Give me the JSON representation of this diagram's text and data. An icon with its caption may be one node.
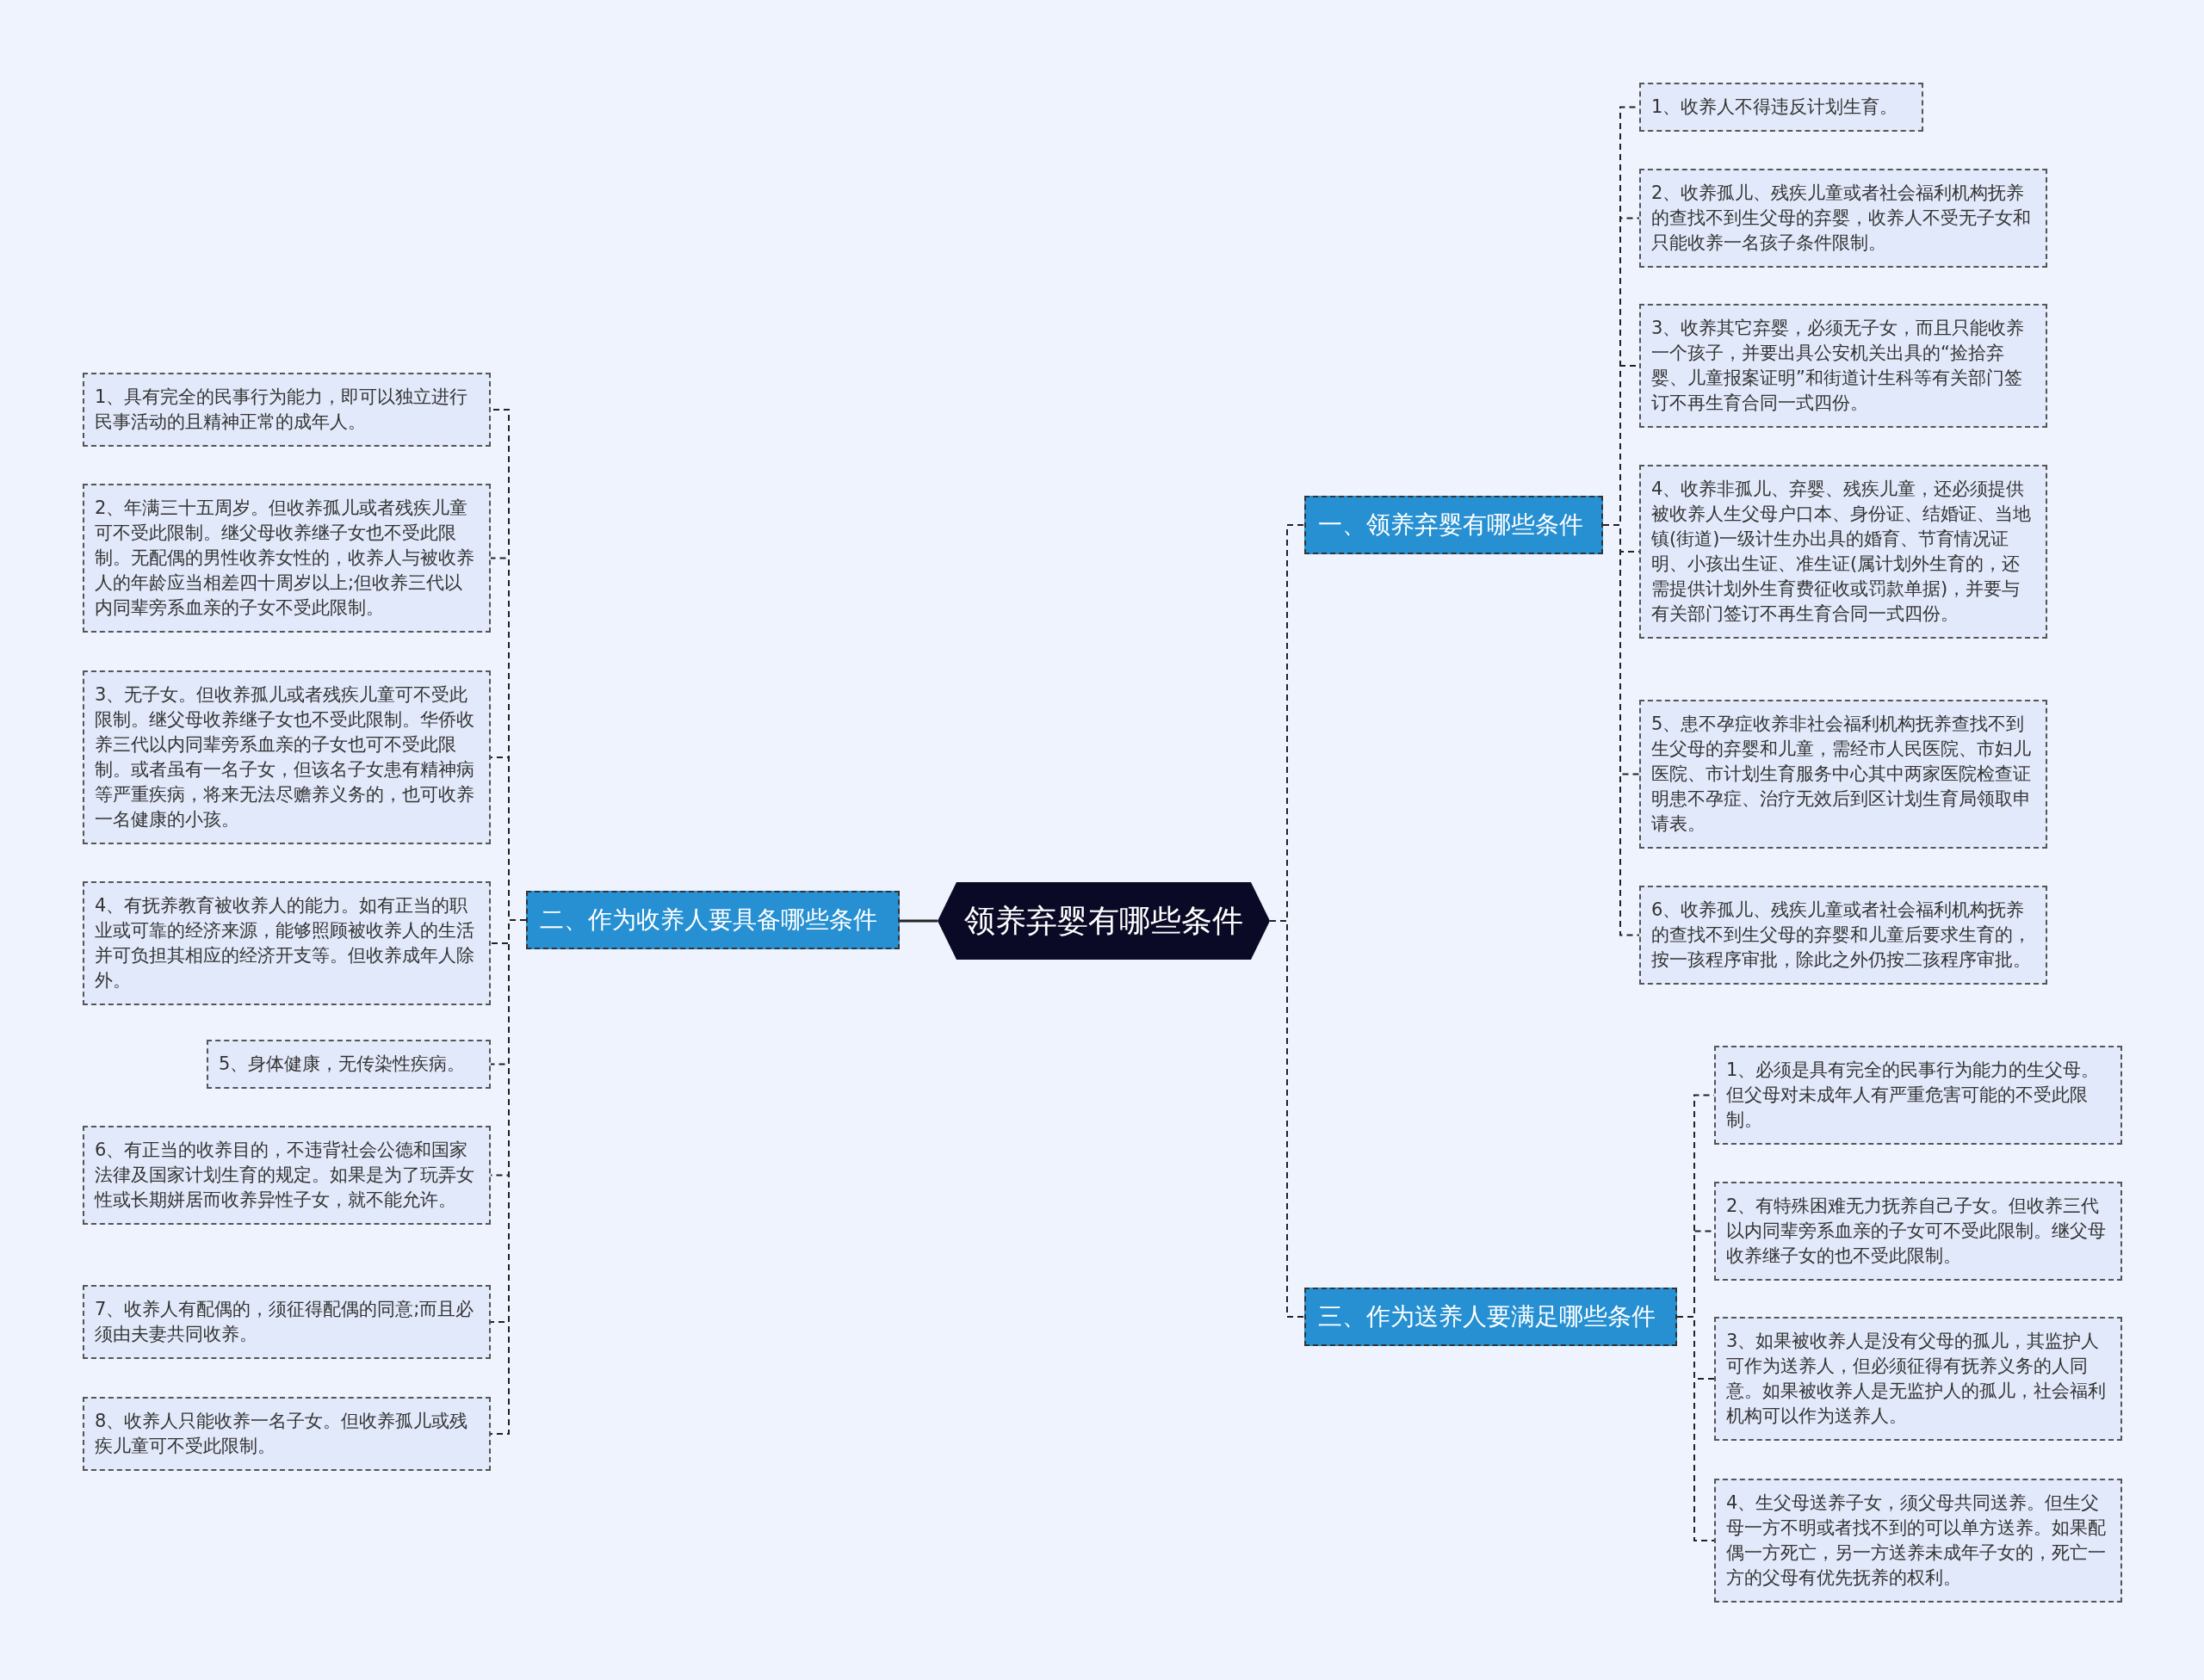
{
  "diagram": {
    "nodes": [
      {
        "text": [
          "领养弃婴有哪些条件"
        ]
      },
      {
        "text": [
          "一、领养弃婴有哪些条件"
        ]
      },
      {
        "text": [
          "1、收养人不得违反计划生育。"
        ]
      },
      {
        "text": [
          "2、收养孤儿、残疾儿童或者社会福利机构抚养的查找不到生父母的弃婴，收养人不受无子女和只能收养一名孩子条件限制。"
        ]
      },
      {
        "text": [
          "3、收养其它弃婴，必须无子女，而且只能收养一个孩子，并要出具公安机关出具的“捡拾弃婴、儿童报案证明”和街道计生科等有关部门签订不再生育合同一式四份。"
        ]
      },
      {
        "text": [
          "4、收养非孤儿、弃婴、残疾儿童，还必须提供被收养人生父母户口本、身份证、结婚证、当地镇(街道)一级计生办出具的婚育、节育情况证明、小孩出生证、准生证(属计划外生育的，还需提供计划外生育费征收或罚款单据)，并要与有关部门签订不再生育合同一式四份。"
        ]
      },
      {
        "text": [
          "5、患不孕症收养非社会福利机构抚养查找不到生父母的弃婴和儿童，需经市人民医院、市妇儿医院、市计划生育服务中心其中两家医院检查证明患不孕症、治疗无效后到区计划生育局领取申请表。"
        ]
      },
      {
        "text": [
          "6、收养孤儿、残疾儿童或者社会福利机构抚养的查找不到生父母的弃婴和儿童后要求生育的，按一孩程序审批，除此之外仍按二孩程序审批。"
        ]
      },
      {
        "text": [
          "二、作为收养人要具备哪些条件"
        ]
      },
      {
        "text": [
          "1、具有完全的民事行为能力，即可以独立进行民事活动的且精神正常的成年人。"
        ]
      },
      {
        "text": [
          "2、年满三十五周岁。但收养孤儿或者残疾儿童可不受此限制。继父母收养继子女也不受此限制。无配偶的男性收养女性的，收养人与被收养人的年龄应当相差四十周岁以上;但收养三代以内同辈旁系血亲的子女不受此限制。"
        ]
      },
      {
        "text": [
          "3、无子女。但收养孤儿或者残疾儿童可不受此限制。继父母收养继子女也不受此限制。华侨收养三代以内同辈旁系血亲的子女也可不受此限制。或者虽有一名子女，但该名子女患有精神病等严重疾病，将来无法尽赡养义务的，也可收养一名健康的小孩。"
        ]
      },
      {
        "text": [
          "4、有抚养教育被收养人的能力。如有正当的职业或可靠的经济来源，能够照顾被收养人的生活并可负担其相应的经济开支等。但收养成年人除外。"
        ]
      },
      {
        "text": [
          "5、身体健康，无传染性疾病。"
        ]
      },
      {
        "text": [
          "6、有正当的收养目的，不违背社会公德和国家法律及国家计划生育的规定。如果是为了玩弄女性或长期姘居而收养异性子女，就不能允许。"
        ]
      },
      {
        "text": [
          "7、收养人有配偶的，须征得配偶的同意;而且必须由夫妻共同收养。"
        ]
      },
      {
        "text": [
          "8、收养人只能收养一名子女。但收养孤儿或残疾儿童可不受此限制。"
        ]
      },
      {
        "text": [
          "三、作为送养人要满足哪些条件"
        ]
      },
      {
        "text": [
          "1、必须是具有完全的民事行为能力的生父母。但父母对未成年人有严重危害可能的不受此限制。"
        ]
      },
      {
        "text": [
          "2、有特殊困难无力抚养自己子女。但收养三代以内同辈旁系血亲的子女可不受此限制。继父母收养继子女的也不受此限制。"
        ]
      },
      {
        "text": [
          "3、如果被收养人是没有父母的孤儿，其监护人可作为送养人，但必须征得有抚养义务的人同意。如果被收养人是无监护人的孤儿，社会福利机构可以作为送养人。"
        ]
      },
      {
        "text": [
          "4、生父母送养子女，须父母共同送养。但生父母一方不明或者找不到的可以单方送养。如果配偶一方死亡，另一方送养未成年子女的，死亡一方的父母有优先抚养的权利。"
        ]
      }
    ],
    "edges": [
      {
        "from": 0,
        "to": 1,
        "arrow": "none",
        "style": "dashed"
      },
      {
        "from": 0,
        "to": 8,
        "arrow": "none"
      },
      {
        "from": 0,
        "to": 17,
        "arrow": "none",
        "style": "dashed"
      },
      {
        "from": 1,
        "to": 2,
        "arrow": "none",
        "style": "dashed"
      },
      {
        "from": 1,
        "to": 3,
        "arrow": "none",
        "style": "dashed"
      },
      {
        "from": 1,
        "to": 4,
        "arrow": "none",
        "style": "dashed"
      },
      {
        "from": 1,
        "to": 5,
        "arrow": "none",
        "style": "dashed"
      },
      {
        "from": 1,
        "to": 6,
        "arrow": "none",
        "style": "dashed"
      },
      {
        "from": 1,
        "to": 7,
        "arrow": "none",
        "style": "dashed"
      },
      {
        "from": 8,
        "to": 9,
        "arrow": "none",
        "style": "dashed"
      },
      {
        "from": 8,
        "to": 10,
        "arrow": "none",
        "style": "dashed"
      },
      {
        "from": 8,
        "to": 11,
        "arrow": "none",
        "style": "dashed"
      },
      {
        "from": 8,
        "to": 12,
        "arrow": "none",
        "style": "dashed"
      },
      {
        "from": 8,
        "to": 13,
        "arrow": "none",
        "style": "dashed"
      },
      {
        "from": 8,
        "to": 14,
        "arrow": "none",
        "style": "dashed"
      },
      {
        "from": 8,
        "to": 15,
        "arrow": "none",
        "style": "dashed"
      },
      {
        "from": 8,
        "to": 16,
        "arrow": "none",
        "style": "dashed"
      },
      {
        "from": 17,
        "to": 18,
        "arrow": "none",
        "style": "dashed"
      },
      {
        "from": 17,
        "to": 19,
        "arrow": "none",
        "style": "dashed"
      },
      {
        "from": 17,
        "to": 20,
        "arrow": "none",
        "style": "dashed"
      },
      {
        "from": 17,
        "to": 21,
        "arrow": "none",
        "style": "dashed"
      }
    ]
  }
}
